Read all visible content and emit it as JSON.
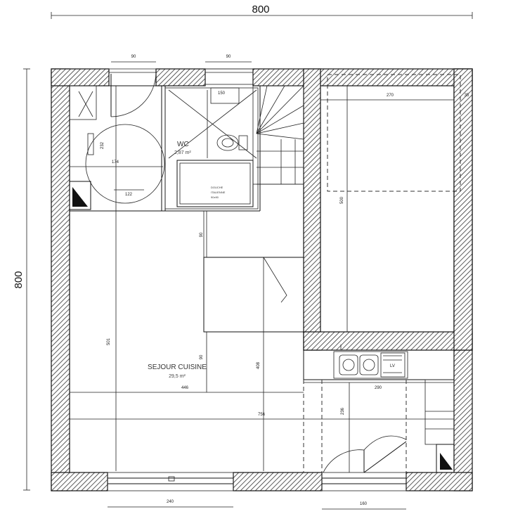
{
  "overall": {
    "width_label": "800",
    "height_label": "800"
  },
  "dimensions": {
    "door_top_left": "90",
    "door_top_right": "90",
    "bed_width": "270",
    "bed_side": "35",
    "bed_length": "500",
    "bath_vertical": "232",
    "bath_diameter": "174",
    "bath_bottom": "122",
    "kitchen_upper": "90",
    "kitchen_lower": "90",
    "sejour_height": "501",
    "middle_height": "408",
    "sejour_width": "446",
    "total_width": "756",
    "counter_width": "290",
    "entry_height": "236",
    "bottom_window_left": "240",
    "bottom_window_right": "160"
  },
  "rooms": {
    "wc": {
      "name": "WC",
      "area": "2,87 m²"
    },
    "sejour": {
      "name": "SEJOUR CUISINE",
      "area": "29,5 m²"
    }
  },
  "shower_label": [
    "DOUCHE",
    "ITALIENNE",
    "90x90"
  ],
  "hob_label": "LV"
}
